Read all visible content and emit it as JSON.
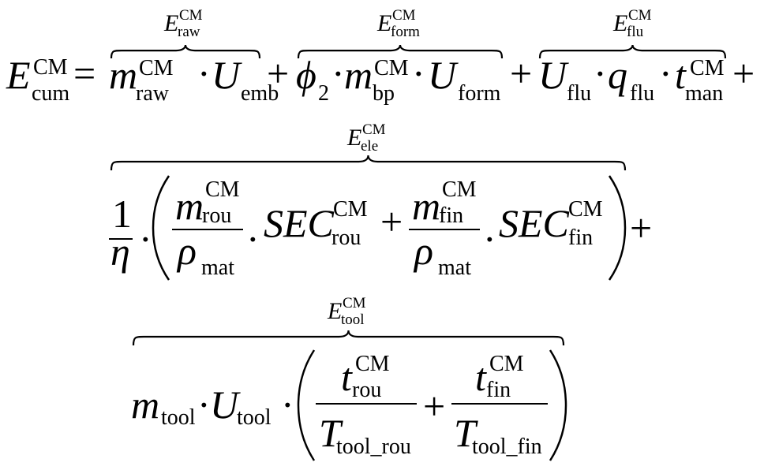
{
  "lhs": {
    "symbol": "E",
    "sup": "CM",
    "sub": "cum"
  },
  "equals": "=",
  "plus": "+",
  "dot": "·",
  "line1": {
    "raw": {
      "label": {
        "E": "E",
        "sup": "CM",
        "sub": "raw"
      },
      "m": "m",
      "m_sup": "CM",
      "m_sub": "raw",
      "U": "U",
      "U_sub": "emb"
    },
    "form": {
      "label": {
        "E": "E",
        "sup": "CM",
        "sub": "form"
      },
      "phi": "ϕ",
      "phi_sub": "2",
      "m": "m",
      "m_sup": "CM",
      "m_sub": "bp",
      "U": "U",
      "U_sub": "form"
    },
    "flu": {
      "label": {
        "E": "E",
        "sup": "CM",
        "sub": "flu"
      },
      "U": "U",
      "U_sub": "flu",
      "q": "q",
      "q_sub": "flu",
      "t": "t",
      "t_sup": "CM",
      "t_sub": "man"
    }
  },
  "line2": {
    "label": {
      "E": "E",
      "sup": "CM",
      "sub": "ele"
    },
    "one": "1",
    "eta": "η",
    "frac1": {
      "m": "m",
      "m_sup": "CM",
      "m_sub": "rou",
      "rho": "ρ",
      "rho_sub": "mat"
    },
    "sec1": {
      "SEC": "SEC",
      "sup": "CM",
      "sub": "rou"
    },
    "frac2": {
      "m": "m",
      "m_sup": "CM",
      "m_sub": "fin",
      "rho": "ρ",
      "rho_sub": "mat"
    },
    "sec2": {
      "SEC": "SEC",
      "sup": "CM",
      "sub": "fin"
    }
  },
  "line3": {
    "label": {
      "E": "E",
      "sup": "CM",
      "sub": "tool"
    },
    "m": "m",
    "m_sub": "tool",
    "U": "U",
    "U_sub": "tool",
    "frac1": {
      "t": "t",
      "t_sup": "CM",
      "t_sub": "rou",
      "T": "T",
      "T_sub": "tool_rou"
    },
    "frac2": {
      "t": "t",
      "t_sup": "CM",
      "t_sub": "fin",
      "T": "T",
      "T_sub": "tool_fin"
    }
  }
}
